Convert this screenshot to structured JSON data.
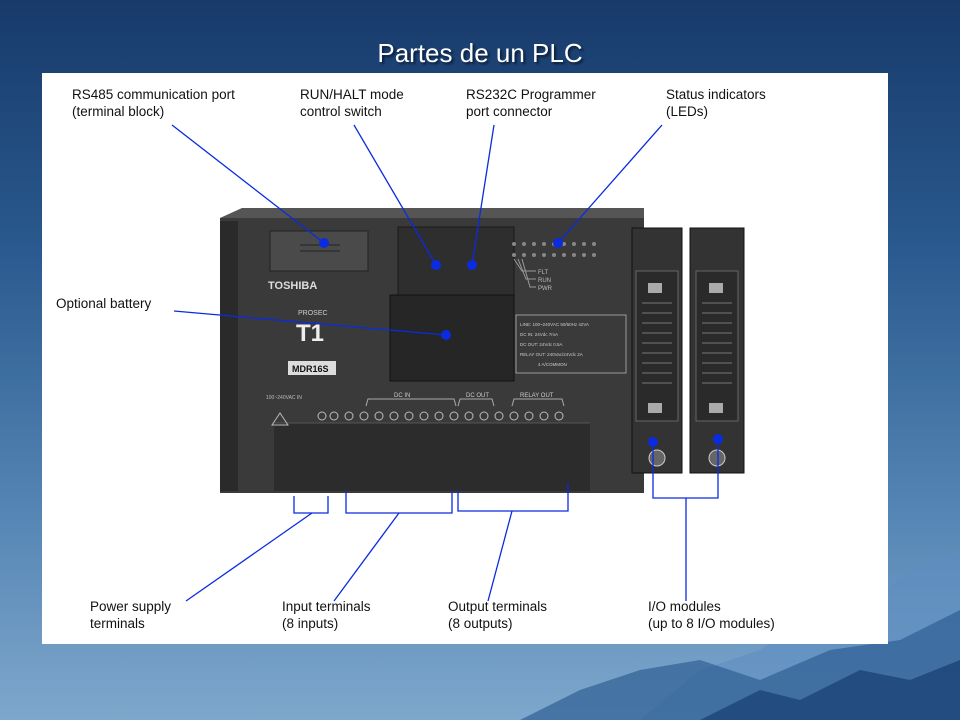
{
  "slide": {
    "title": "Partes de un PLC"
  },
  "colors": {
    "accent": "#0a2be0",
    "background_top": "#173a6a",
    "panel": "#ffffff"
  },
  "labels": {
    "rs485": [
      "RS485 communication port",
      "(terminal block)"
    ],
    "run_halt": [
      "RUN/HALT mode",
      "control switch"
    ],
    "rs232c": [
      "RS232C Programmer",
      "port connector"
    ],
    "status": [
      "Status indicators",
      "(LEDs)"
    ],
    "battery": [
      "Optional battery"
    ],
    "power": [
      "Power supply",
      "terminals"
    ],
    "input": [
      "Input terminals",
      "(8 inputs)"
    ],
    "output": [
      "Output terminals",
      "(8 outputs)"
    ],
    "io": [
      "I/O modules",
      "(up to 8 I/O modules)"
    ]
  },
  "device": {
    "brand": "TOSHIBA",
    "series": "PROSEC",
    "model": "T1",
    "model_code": "MDR16S",
    "led_labels": [
      "FLT",
      "RUN",
      "PWR"
    ],
    "dc_in_label": "DC IN",
    "dc_out_label": "DC OUT",
    "relay_out_label": "RELAY OUT",
    "power_spec": "100~240VAC IN",
    "spec_lines": [
      "LINE: 100~240VAC 50/60Hz 42VA",
      "DC IN: 24Vdc 7mA",
      "DC OUT: 24Vdc 0.5A",
      "RELAY OUT: 240Vac/24Vdc 2A",
      "4 A/COMMON"
    ]
  }
}
